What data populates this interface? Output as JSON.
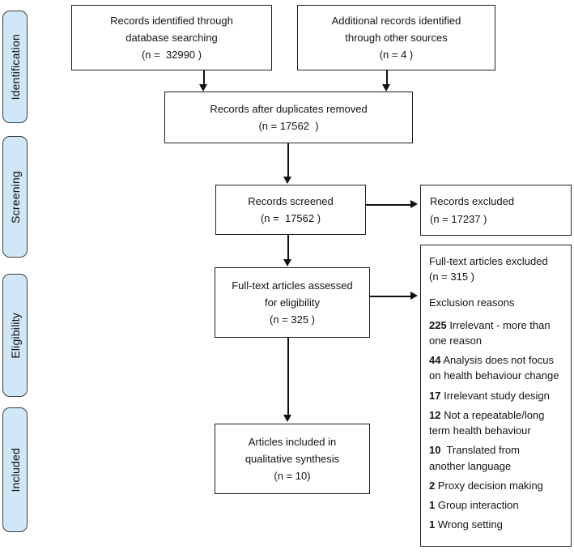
{
  "sidebar": {
    "stages": [
      {
        "label": "Identification"
      },
      {
        "label": "Screening"
      },
      {
        "label": "Eligibility"
      },
      {
        "label": "Included"
      }
    ]
  },
  "boxes": {
    "identified_database": {
      "text": "Records identified through\ndatabase searching\n(n =  32990 )"
    },
    "identified_other": {
      "text": "Additional records identified\nthrough other sources\n(n = 4 )"
    },
    "duplicates_removed": {
      "text": "Records after duplicates removed\n(n = 17562  )"
    },
    "screened": {
      "text": "Records screened\n(n =  17562 )"
    },
    "records_excluded": {
      "text": "Records excluded\n(n = 17237 )"
    },
    "fulltext_assessed": {
      "text": "Full-text articles assessed\nfor eligibility\n(n = 325 )"
    },
    "included_qualitative": {
      "text": "Articles included in\nqualitative synthesis\n(n = 10)"
    },
    "fulltext_excluded": {
      "header": "Full-text articles excluded\n(n = 315 )",
      "reasons_title": "Exclusion reasons",
      "reasons": [
        {
          "count": "225",
          "text": " Irrelevant - more than\none reason"
        },
        {
          "count": "44",
          "text": " Analysis does not focus\non health behaviour change"
        },
        {
          "count": "17",
          "text": " Irrelevant study design"
        },
        {
          "count": "12",
          "text": " Not a repeatable/long\nterm health behaviour"
        },
        {
          "count": "10",
          "text": "  Translated from\nanother language"
        },
        {
          "count": "2",
          "text": " Proxy decision making"
        },
        {
          "count": "1",
          "text": " Group interaction"
        },
        {
          "count": "1",
          "text": " Wrong setting"
        }
      ]
    }
  },
  "colors": {
    "stage_fill": "#cfe7f6",
    "stage_border": "#3f3f3f",
    "box_border": "#1f1f1f",
    "arrow": "#111111",
    "background": "#ffffff"
  }
}
